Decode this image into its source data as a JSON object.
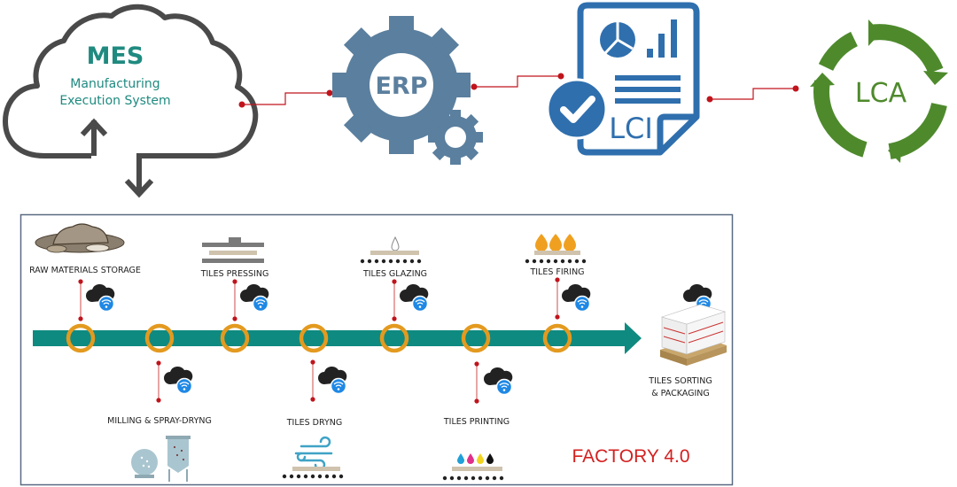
{
  "top_systems": {
    "mes": {
      "title": "MES",
      "line1": "Manufacturing",
      "line2": "Execution System"
    },
    "erp": {
      "title": "ERP"
    },
    "lci": {
      "title": "LCI"
    },
    "lca": {
      "title": "LCA"
    }
  },
  "factory": {
    "title": "FACTORY 4.0",
    "stages": [
      {
        "label": "RAW MATERIALS STORAGE",
        "position": "above"
      },
      {
        "label": "MILLING & SPRAY-DRYNG",
        "position": "below"
      },
      {
        "label": "TILES PRESSING",
        "position": "above"
      },
      {
        "label": "TILES DRYNG",
        "position": "below"
      },
      {
        "label": "TILES GLAZING",
        "position": "above"
      },
      {
        "label": "TILES PRINTING",
        "position": "below"
      },
      {
        "label": "TILES FIRING",
        "position": "above"
      }
    ],
    "end_stage": {
      "line1": "TILES SORTING",
      "line2": "& PACKAGING"
    }
  },
  "colors": {
    "teal_text": "#1f8a80",
    "cloud_stroke": "#4a4a4a",
    "erp_gear": "#5b7f9e",
    "lci_blue": "#2f6fae",
    "lca_green": "#4e8a2c",
    "connector_red": "#c0141c",
    "conveyor_teal": "#0f8a80",
    "ring_orange": "#e39a1f",
    "factory_red": "#d42020",
    "wifi_blue": "#1e88e5"
  }
}
